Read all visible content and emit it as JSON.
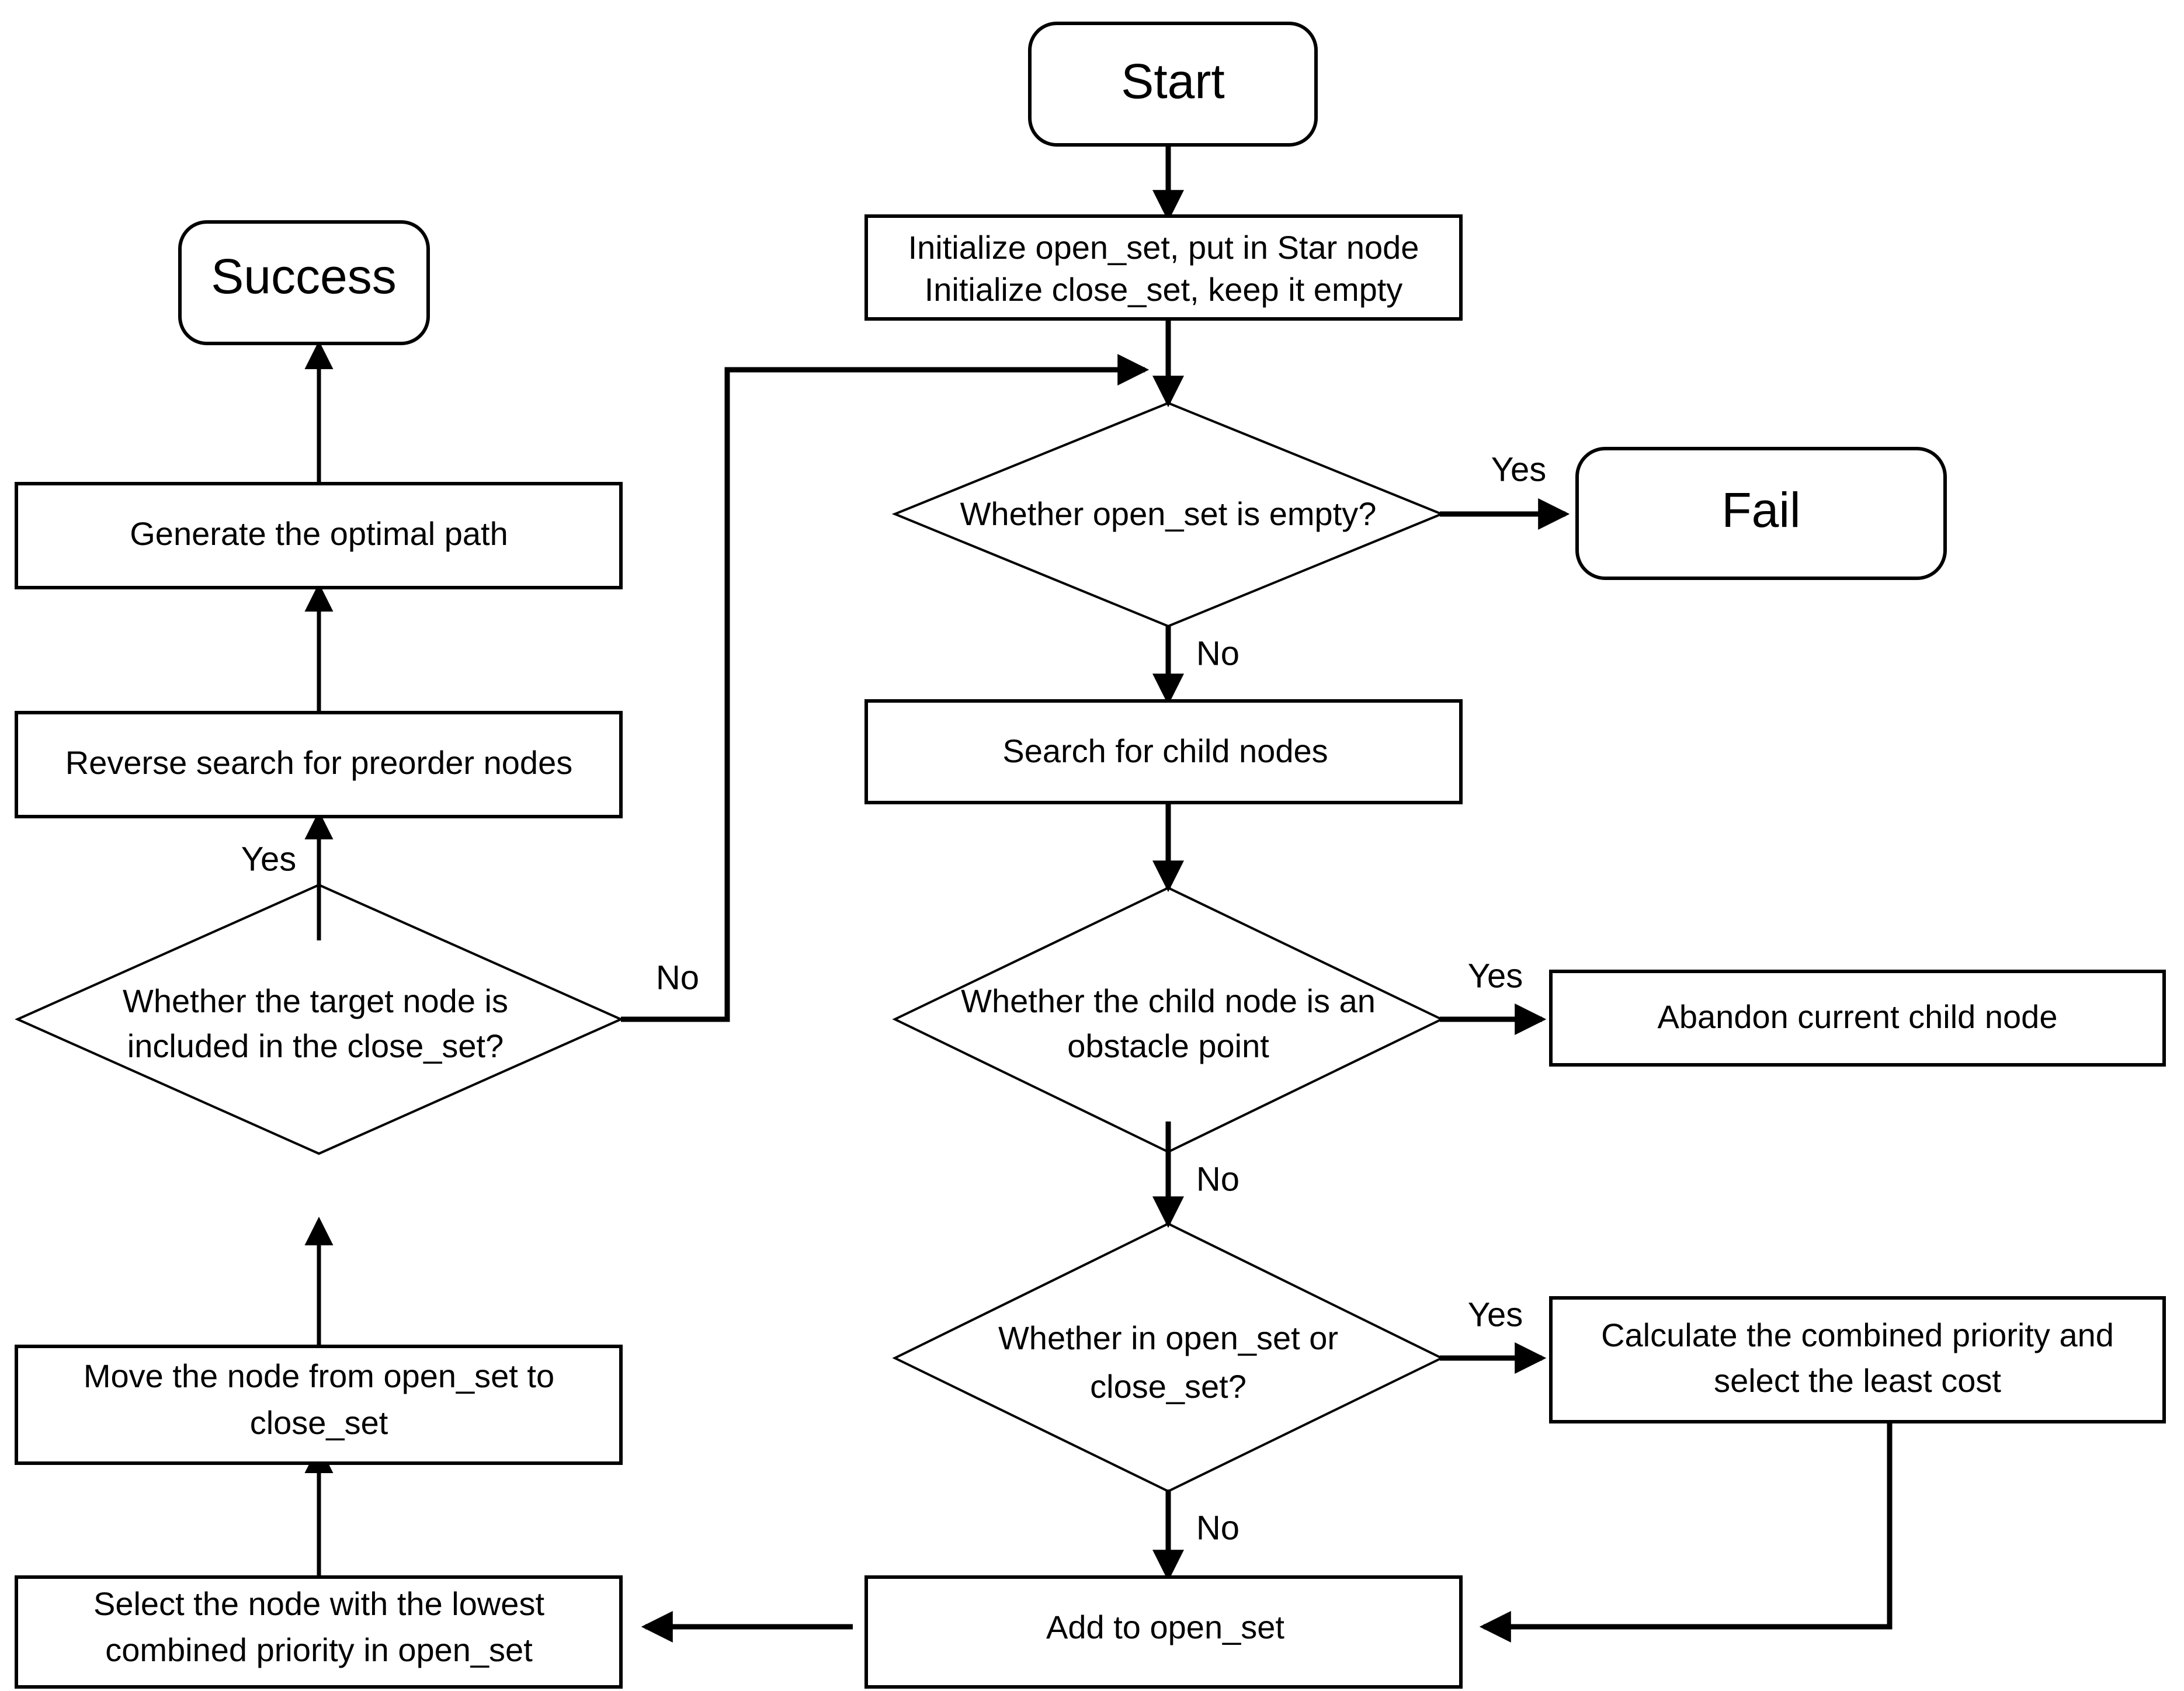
{
  "diagram": {
    "title": "A* path planning algorithm flowchart",
    "colors": {
      "stroke": "#000000",
      "fill": "#ffffff",
      "text": "#000000"
    },
    "nodes": {
      "start": {
        "label": "Start",
        "shape": "terminator"
      },
      "initialize_line1": {
        "label": "Initialize open_set, put in Star node",
        "shape": "process"
      },
      "initialize_line2": {
        "label": "Initialize close_set, keep it empty",
        "shape": "process"
      },
      "open_set_empty": {
        "label": "Whether open_set is empty?",
        "shape": "decision"
      },
      "fail": {
        "label": "Fail",
        "shape": "terminator"
      },
      "search_children": {
        "label": "Search for child nodes",
        "shape": "process"
      },
      "is_obstacle_l1": {
        "label": "Whether the child node is an",
        "shape": "decision"
      },
      "is_obstacle_l2": {
        "label": "obstacle point",
        "shape": "decision"
      },
      "abandon_child": {
        "label": "Abandon current child node",
        "shape": "process"
      },
      "in_sets_l1": {
        "label": "Whether in open_set or",
        "shape": "decision"
      },
      "in_sets_l2": {
        "label": "close_set?",
        "shape": "decision"
      },
      "calc_priority_l1": {
        "label": "Calculate the combined priority and",
        "shape": "process"
      },
      "calc_priority_l2": {
        "label": "select the least cost",
        "shape": "process"
      },
      "add_open_set": {
        "label": "Add to open_set",
        "shape": "process"
      },
      "select_lowest_l1": {
        "label": "Select the node with the lowest",
        "shape": "process"
      },
      "select_lowest_l2": {
        "label": "combined priority in open_set",
        "shape": "process"
      },
      "move_node_l1": {
        "label": "Move the node from open_set to",
        "shape": "process"
      },
      "move_node_l2": {
        "label": "close_set",
        "shape": "process"
      },
      "target_in_close_l1": {
        "label": "Whether the target node is",
        "shape": "decision"
      },
      "target_in_close_l2": {
        "label": "included in the close_set?",
        "shape": "decision"
      },
      "reverse_search": {
        "label": "Reverse search for preorder nodes",
        "shape": "process"
      },
      "generate_path": {
        "label": "Generate the optimal path",
        "shape": "process"
      },
      "success": {
        "label": "Success",
        "shape": "terminator"
      }
    },
    "edge_labels": {
      "open_set_empty_yes": "Yes",
      "open_set_empty_no": "No",
      "is_obstacle_yes": "Yes",
      "is_obstacle_no": "No",
      "in_sets_yes": "Yes",
      "in_sets_no": "No",
      "target_in_close_yes": "Yes",
      "target_in_close_no": "No"
    }
  }
}
